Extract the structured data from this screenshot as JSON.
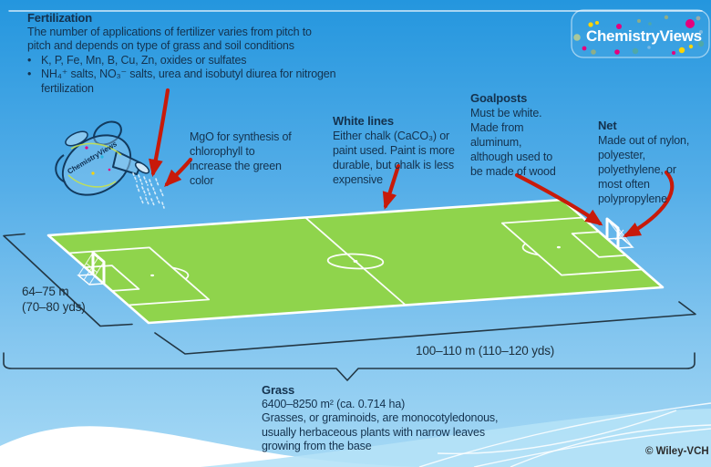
{
  "accent_colors": {
    "sky_top": "#2496de",
    "sky_bottom": "#a6d9f5",
    "field_green": "#8fd44c",
    "arrow_red": "#c81a0a",
    "text_navy": "#14324e"
  },
  "logo": {
    "text": "ChemistryViews"
  },
  "watering_can": {
    "label": "ChemistryViews"
  },
  "annotations": {
    "fertilization": {
      "title": "Fertilization",
      "body": [
        "The number of applications  of fertilizer varies from pitch to",
        "pitch and depends on type of grass and soil conditions"
      ],
      "bullets": [
        {
          "marker": "•",
          "text": "K, P, Fe, Mn, B, Cu, Zn, oxides or sulfates"
        },
        {
          "marker": "•",
          "text": "NH₄⁺ salts, NO₃⁻ salts, urea and isobutyl diurea for nitrogen"
        },
        {
          "marker": "",
          "text": "fertilization"
        }
      ]
    },
    "mgo": {
      "lines": [
        "MgO for synthesis of",
        "chlorophyll to",
        "increase the green",
        "color"
      ]
    },
    "white_lines": {
      "title": "White lines",
      "lines": [
        "Either chalk (CaCO₃) or",
        "paint used. Paint is more",
        "durable, but chalk is less",
        "expensive"
      ]
    },
    "goalposts": {
      "title": "Goalposts",
      "lines": [
        "Must be white.",
        "Made from",
        "aluminum,",
        "although  used to",
        "be made of wood"
      ]
    },
    "net": {
      "title": "Net",
      "lines": [
        "Made out of nylon,",
        "polyester,",
        "polyethylene, or",
        "most often",
        "polypropylene"
      ]
    },
    "grass": {
      "title": "Grass",
      "lines": [
        "6400–8250 m² (ca. 0.714 ha)",
        "Grasses, or graminoids,  are monocotyledonous,",
        "usually herbaceous plants with narrow leaves",
        "growing from the base"
      ]
    }
  },
  "dimensions": {
    "width_label_line1": "64–75 m",
    "width_label_line2": "(70–80 yds)",
    "length_label": "100–110  m (110–120  yds)"
  },
  "copyright": "© Wiley-VCH"
}
